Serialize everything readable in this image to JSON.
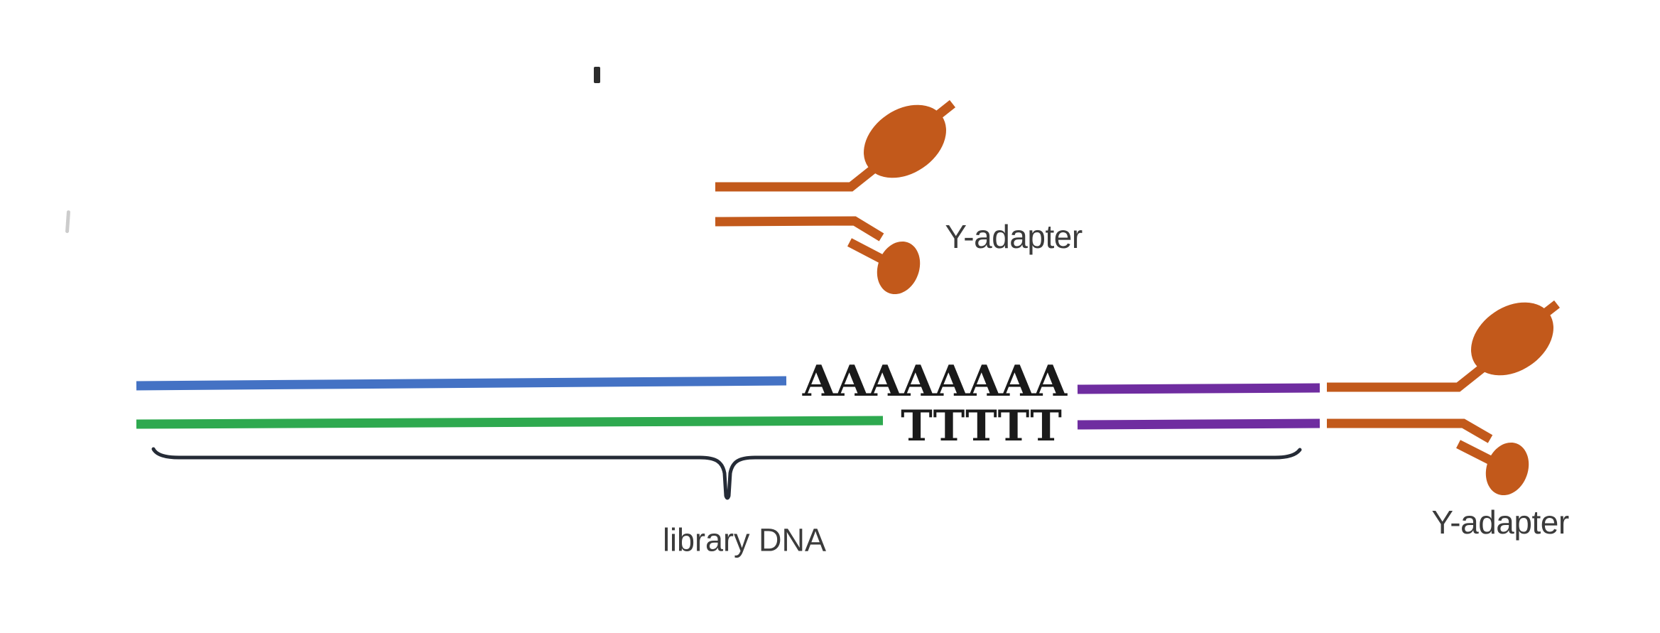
{
  "figure": {
    "background": "#ffffff",
    "labels": {
      "top_adapter": "Y-adapter",
      "right_adapter": "Y-adapter",
      "library_brace": "library DNA"
    },
    "sequences": {
      "poly_a": "AAAAAAAA",
      "poly_t": "TTTTT"
    },
    "colors": {
      "background": "#ffffff",
      "adapter_orange": "#c2591b",
      "strand_blue": "#4472c4",
      "strand_green": "#2ea94f",
      "stub_purple": "#6f2da0",
      "brace_dark": "#252b36",
      "label_text": "#3b3b3b",
      "sequence_text": "#1a1a1a",
      "artifact_dark": "#1a1a1a",
      "artifact_faint": "#9a9a9a"
    }
  }
}
